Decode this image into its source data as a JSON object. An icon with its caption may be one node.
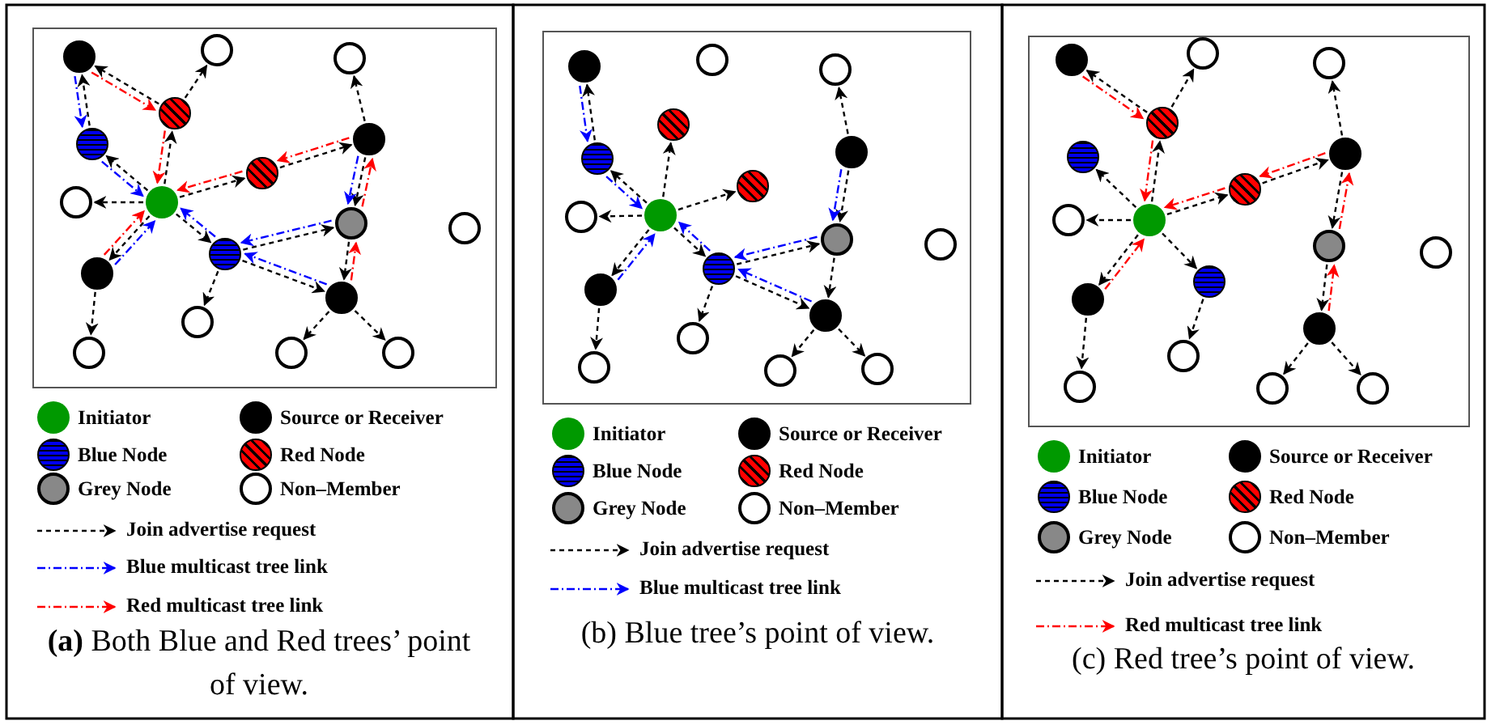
{
  "diagram": {
    "nodes": [
      {
        "text": [],
        "shape": "box"
      },
      {
        "text": [],
        "shape": "box"
      },
      {
        "text": [],
        "shape": "box"
      },
      {
        "text": [],
        "shape": "circle",
        "in": 0
      },
      {
        "text": [],
        "shape": "circle",
        "in": 0
      },
      {
        "text": [],
        "shape": "circle",
        "in": 0
      },
      {
        "text": [],
        "shape": "circle",
        "in": 0
      },
      {
        "text": [],
        "shape": "circle",
        "in": 0
      },
      {
        "text": [],
        "shape": "circle",
        "in": 0
      },
      {
        "text": [],
        "shape": "circle",
        "in": 0
      },
      {
        "text": [],
        "shape": "circle",
        "in": 0
      },
      {
        "text": [],
        "shape": "circle",
        "in": 0
      },
      {
        "text": [],
        "shape": "circle",
        "in": 0
      },
      {
        "text": [],
        "shape": "circle",
        "in": 0
      },
      {
        "text": [],
        "shape": "circle",
        "in": 0
      },
      {
        "text": [],
        "shape": "circle",
        "in": 0
      },
      {
        "text": [],
        "shape": "circle",
        "in": 0
      },
      {
        "text": [],
        "shape": "circle",
        "in": 0
      },
      {
        "text": [],
        "shape": "circle",
        "in": 0
      },
      {
        "text": [],
        "shape": "circle",
        "in": 0
      },
      {
        "text": [],
        "shape": "circle",
        "in": 0
      },
      {
        "text": [],
        "shape": "circle",
        "in": 1
      },
      {
        "text": [],
        "shape": "circle",
        "in": 1
      },
      {
        "text": [],
        "shape": "circle",
        "in": 1
      },
      {
        "text": [],
        "shape": "circle",
        "in": 1
      },
      {
        "text": [],
        "shape": "circle",
        "in": 1
      },
      {
        "text": [],
        "shape": "circle",
        "in": 1
      },
      {
        "text": [],
        "shape": "circle",
        "in": 1
      },
      {
        "text": [],
        "shape": "circle",
        "in": 1
      },
      {
        "text": [],
        "shape": "circle",
        "in": 1
      },
      {
        "text": [],
        "shape": "circle",
        "in": 1
      },
      {
        "text": [],
        "shape": "circle",
        "in": 1
      },
      {
        "text": [],
        "shape": "circle",
        "in": 1
      },
      {
        "text": [],
        "shape": "circle",
        "in": 1
      },
      {
        "text": [],
        "shape": "circle",
        "in": 1
      },
      {
        "text": [],
        "shape": "circle",
        "in": 1
      },
      {
        "text": [],
        "shape": "circle",
        "in": 1
      },
      {
        "text": [],
        "shape": "circle",
        "in": 1
      },
      {
        "text": [],
        "shape": "circle",
        "in": 1
      },
      {
        "text": [],
        "shape": "circle",
        "in": 2
      },
      {
        "text": [],
        "shape": "circle",
        "in": 2
      },
      {
        "text": [],
        "shape": "circle",
        "in": 2
      },
      {
        "text": [],
        "shape": "circle",
        "in": 2
      },
      {
        "text": [],
        "shape": "circle",
        "in": 2
      },
      {
        "text": [],
        "shape": "circle",
        "in": 2
      },
      {
        "text": [],
        "shape": "circle",
        "in": 2
      },
      {
        "text": [],
        "shape": "circle",
        "in": 2
      },
      {
        "text": [],
        "shape": "circle",
        "in": 2
      },
      {
        "text": [],
        "shape": "circle",
        "in": 2
      },
      {
        "text": [],
        "shape": "circle",
        "in": 2
      },
      {
        "text": [],
        "shape": "circle",
        "in": 2
      },
      {
        "text": [],
        "shape": "circle",
        "in": 2
      },
      {
        "text": [],
        "shape": "circle",
        "in": 2
      },
      {
        "text": [],
        "shape": "circle",
        "in": 2
      },
      {
        "text": [],
        "shape": "circle",
        "in": 2
      },
      {
        "text": [],
        "shape": "circle",
        "in": 2
      },
      {
        "text": [],
        "shape": "circle",
        "in": 2
      }
    ],
    "edges": [
      {
        "from": 11,
        "to": 7,
        "arrow": "to"
      },
      {
        "from": 7,
        "to": 3,
        "arrow": "to"
      },
      {
        "from": 11,
        "to": 5,
        "arrow": "to"
      },
      {
        "from": 5,
        "to": 3,
        "arrow": "to"
      },
      {
        "from": 5,
        "to": 4,
        "arrow": "to"
      },
      {
        "from": 11,
        "to": 10,
        "arrow": "to"
      },
      {
        "from": 11,
        "to": 9,
        "arrow": "to"
      },
      {
        "from": 9,
        "to": 8,
        "arrow": "to"
      },
      {
        "from": 8,
        "to": 6,
        "arrow": "to"
      },
      {
        "from": 8,
        "to": 12,
        "arrow": "to"
      },
      {
        "from": 11,
        "to": 14,
        "arrow": "to"
      },
      {
        "from": 14,
        "to": 18,
        "arrow": "to"
      },
      {
        "from": 11,
        "to": 15,
        "arrow": "to"
      },
      {
        "from": 15,
        "to": 17,
        "arrow": "to"
      },
      {
        "from": 15,
        "to": 12,
        "arrow": "to"
      },
      {
        "from": 15,
        "to": 16,
        "arrow": "to"
      },
      {
        "from": 12,
        "to": 16,
        "arrow": "to"
      },
      {
        "from": 16,
        "to": 19,
        "arrow": "to"
      },
      {
        "from": 16,
        "to": 20,
        "arrow": "to"
      },
      {
        "from": 3,
        "to": 7,
        "arrow": "to",
        "color": "#0000ff"
      },
      {
        "from": 7,
        "to": 11,
        "arrow": "to",
        "color": "#0000ff"
      },
      {
        "from": 14,
        "to": 11,
        "arrow": "to",
        "color": "#0000ff"
      },
      {
        "from": 15,
        "to": 11,
        "arrow": "to",
        "color": "#0000ff"
      },
      {
        "from": 16,
        "to": 15,
        "arrow": "to",
        "color": "#0000ff"
      },
      {
        "from": 12,
        "to": 15,
        "arrow": "to",
        "color": "#0000ff"
      },
      {
        "from": 8,
        "to": 12,
        "arrow": "to",
        "color": "#0000ff"
      },
      {
        "from": 3,
        "to": 5,
        "arrow": "to",
        "color": "#ff0000"
      },
      {
        "from": 5,
        "to": 11,
        "arrow": "to",
        "color": "#ff0000"
      },
      {
        "from": 9,
        "to": 11,
        "arrow": "to",
        "color": "#ff0000"
      },
      {
        "from": 8,
        "to": 9,
        "arrow": "to",
        "color": "#ff0000"
      },
      {
        "from": 16,
        "to": 12,
        "arrow": "to",
        "color": "#ff0000"
      },
      {
        "from": 12,
        "to": 8,
        "arrow": "to",
        "color": "#ff0000"
      },
      {
        "from": 14,
        "to": 11,
        "arrow": "to",
        "color": "#ff0000"
      },
      {
        "from": 29,
        "to": 25,
        "arrow": "to"
      },
      {
        "from": 25,
        "to": 21,
        "arrow": "to"
      },
      {
        "from": 29,
        "to": 23,
        "arrow": "to"
      },
      {
        "from": 29,
        "to": 28,
        "arrow": "to"
      },
      {
        "from": 29,
        "to": 27,
        "arrow": "to"
      },
      {
        "from": 26,
        "to": 24,
        "arrow": "to"
      },
      {
        "from": 26,
        "to": 30,
        "arrow": "to"
      },
      {
        "from": 29,
        "to": 32,
        "arrow": "to"
      },
      {
        "from": 32,
        "to": 36,
        "arrow": "to"
      },
      {
        "from": 29,
        "to": 33,
        "arrow": "to"
      },
      {
        "from": 33,
        "to": 35,
        "arrow": "to"
      },
      {
        "from": 33,
        "to": 30,
        "arrow": "to"
      },
      {
        "from": 33,
        "to": 34,
        "arrow": "to"
      },
      {
        "from": 30,
        "to": 34,
        "arrow": "to"
      },
      {
        "from": 34,
        "to": 37,
        "arrow": "to"
      },
      {
        "from": 34,
        "to": 38,
        "arrow": "to"
      },
      {
        "from": 21,
        "to": 25,
        "arrow": "to",
        "color": "#0000ff"
      },
      {
        "from": 25,
        "to": 29,
        "arrow": "to",
        "color": "#0000ff"
      },
      {
        "from": 32,
        "to": 29,
        "arrow": "to",
        "color": "#0000ff"
      },
      {
        "from": 33,
        "to": 29,
        "arrow": "to",
        "color": "#0000ff"
      },
      {
        "from": 34,
        "to": 33,
        "arrow": "to",
        "color": "#0000ff"
      },
      {
        "from": 30,
        "to": 33,
        "arrow": "to",
        "color": "#0000ff"
      },
      {
        "from": 26,
        "to": 30,
        "arrow": "to",
        "color": "#0000ff"
      },
      {
        "from": 47,
        "to": 43,
        "arrow": "to"
      },
      {
        "from": 47,
        "to": 41,
        "arrow": "to"
      },
      {
        "from": 41,
        "to": 40,
        "arrow": "to"
      },
      {
        "from": 41,
        "to": 39,
        "arrow": "to"
      },
      {
        "from": 47,
        "to": 46,
        "arrow": "to"
      },
      {
        "from": 47,
        "to": 45,
        "arrow": "to"
      },
      {
        "from": 45,
        "to": 44,
        "arrow": "to"
      },
      {
        "from": 44,
        "to": 42,
        "arrow": "to"
      },
      {
        "from": 44,
        "to": 48,
        "arrow": "to"
      },
      {
        "from": 47,
        "to": 50,
        "arrow": "to"
      },
      {
        "from": 50,
        "to": 54,
        "arrow": "to"
      },
      {
        "from": 47,
        "to": 51,
        "arrow": "to"
      },
      {
        "from": 51,
        "to": 53,
        "arrow": "to"
      },
      {
        "from": 48,
        "to": 52,
        "arrow": "to"
      },
      {
        "from": 52,
        "to": 55,
        "arrow": "to"
      },
      {
        "from": 52,
        "to": 56,
        "arrow": "to"
      },
      {
        "from": 39,
        "to": 41,
        "arrow": "to",
        "color": "#ff0000"
      },
      {
        "from": 41,
        "to": 47,
        "arrow": "to",
        "color": "#ff0000"
      },
      {
        "from": 45,
        "to": 47,
        "arrow": "to",
        "color": "#ff0000"
      },
      {
        "from": 44,
        "to": 45,
        "arrow": "to",
        "color": "#ff0000"
      },
      {
        "from": 52,
        "to": 48,
        "arrow": "to",
        "color": "#ff0000"
      },
      {
        "from": 48,
        "to": 44,
        "arrow": "to",
        "color": "#ff0000"
      },
      {
        "from": 50,
        "to": 47,
        "arrow": "to",
        "color": "#ff0000"
      }
    ],
    "labels": [
      "**(a)** Both Blue and Red trees’ point of view.",
      "(b) Blue tree’s point of view.",
      "(c) Red tree’s point of view."
    ],
    "legend": [
      {
        "text": "Initiator",
        "color": "#009900"
      },
      {
        "text": "Source or Receiver",
        "color": "#000000"
      },
      {
        "text": "Blue Node"
      },
      {
        "text": "Red Node"
      },
      {
        "text": "Grey Node",
        "color": "#888888"
      },
      {
        "text": "Non–Member",
        "color": "#ffffff"
      },
      {
        "text": "Join advertise request"
      },
      {
        "text": "Blue multicast tree link"
      },
      {
        "text": "Red multicast tree link"
      },
      {
        "text": "Initiator",
        "color": "#009900"
      },
      {
        "text": "Source or Receiver",
        "color": "#000000"
      },
      {
        "text": "Blue Node"
      },
      {
        "text": "Red Node"
      },
      {
        "text": "Grey Node",
        "color": "#888888"
      },
      {
        "text": "Non–Member",
        "color": "#ffffff"
      },
      {
        "text": "Join advertise request"
      },
      {
        "text": "Blue multicast tree link"
      },
      {
        "text": "Initiator",
        "color": "#009900"
      },
      {
        "text": "Source or Receiver",
        "color": "#000000"
      },
      {
        "text": "Blue Node"
      },
      {
        "text": "Red Node"
      },
      {
        "text": "Grey Node",
        "color": "#888888"
      },
      {
        "text": "Non–Member",
        "color": "#ffffff"
      },
      {
        "text": "Join advertise request"
      },
      {
        "text": "Red multicast tree link"
      }
    ]
  }
}
